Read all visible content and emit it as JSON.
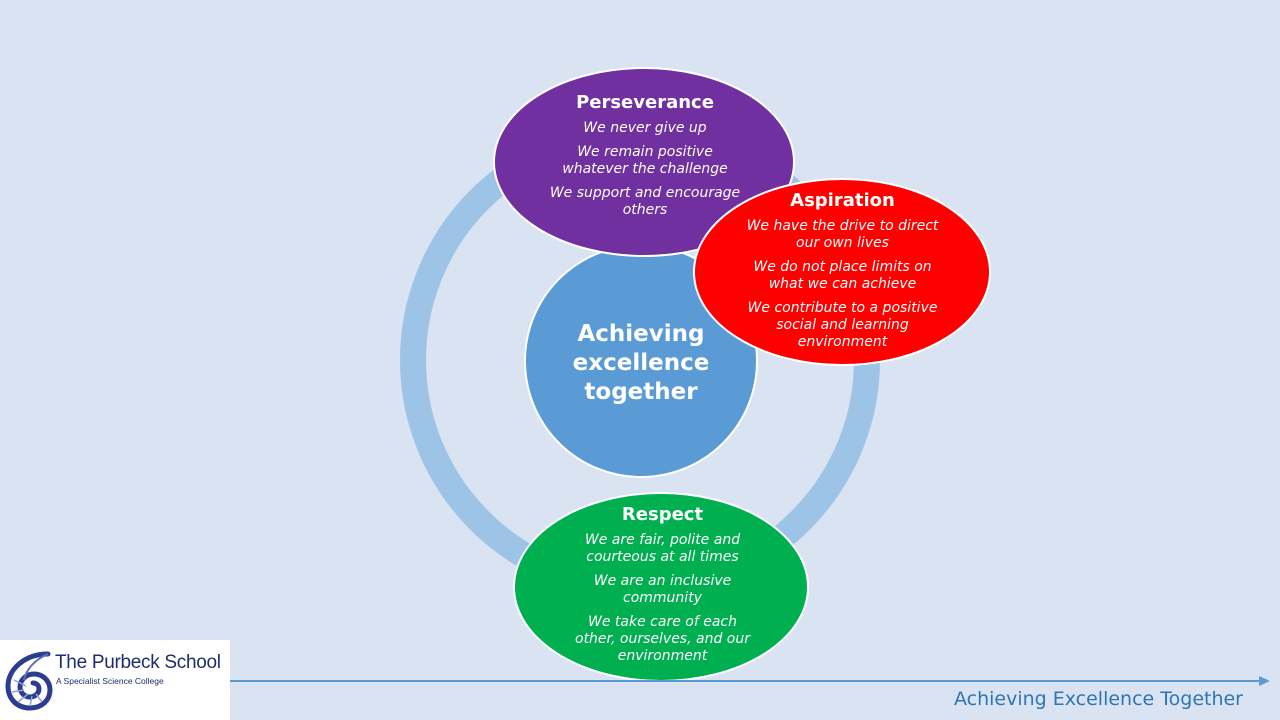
{
  "colors": {
    "background": "#dae3f2",
    "ring": "#9dc3e6",
    "center": "#5b9bd5",
    "perseverance": "#7030a0",
    "aspiration": "#ff0000",
    "respect": "#00b050",
    "footer_line": "#5b9bd5",
    "footer_text": "#2e75b6"
  },
  "center": {
    "text": "Achieving\nexcellence\ntogether"
  },
  "values": [
    {
      "id": "perseverance",
      "title": "Perseverance",
      "lines": [
        "We never give up",
        "We remain positive\nwhatever the challenge",
        "We support and encourage\nothers"
      ]
    },
    {
      "id": "aspiration",
      "title": "Aspiration",
      "lines": [
        "We have the drive to direct\nour own lives",
        "We do not place limits on\nwhat we can achieve",
        "We contribute to a positive\nsocial and learning\nenvironment"
      ]
    },
    {
      "id": "respect",
      "title": "Respect",
      "lines": [
        "We are fair, polite and\ncourteous at all times",
        "We are an inclusive\ncommunity",
        "We take care of each\nother, ourselves, and our\nenvironment"
      ]
    }
  ],
  "logo": {
    "icon": "shell-icon",
    "name": "The Purbeck School",
    "subtitle": "A Specialist Science College"
  },
  "footer": {
    "tagline": "Achieving Excellence Together"
  }
}
